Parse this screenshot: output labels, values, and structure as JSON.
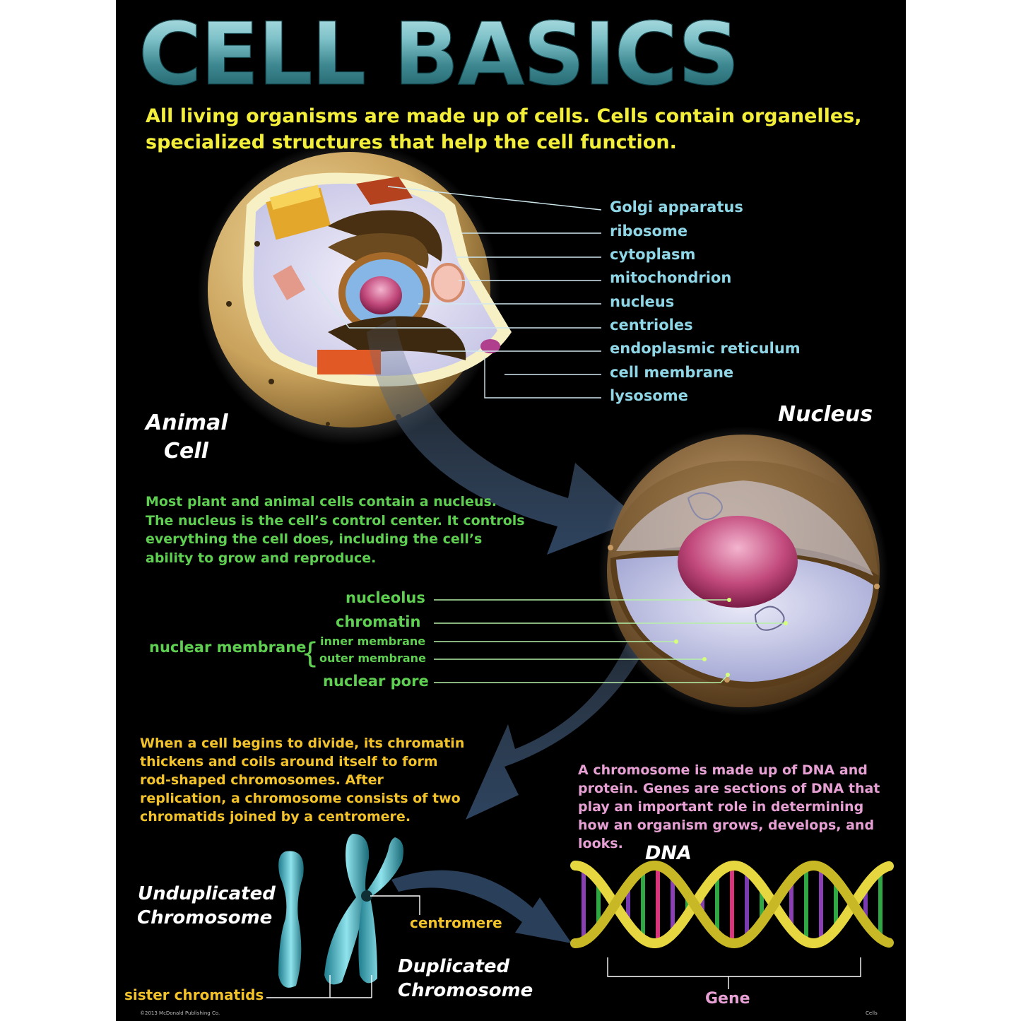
{
  "title": "CELL BASICS",
  "intro": "All living organisms are made up of cells. Cells contain organelles, specialized structures that help the cell function.",
  "animal_cell": {
    "heading_line1": "Animal",
    "heading_line2": "Cell",
    "labels": [
      "Golgi apparatus",
      "ribosome",
      "cytoplasm",
      "mitochondrion",
      "nucleus",
      "centrioles",
      "endoplasmic reticulum",
      "cell membrane",
      "lysosome"
    ]
  },
  "nucleus": {
    "heading": "Nucleus",
    "description": "Most plant and animal cells contain a nucleus. The nucleus is the cell’s control center. It controls everything the cell does, including the cell’s ability to grow and reproduce.",
    "labels": {
      "nucleolus": "nucleolus",
      "chromatin": "chromatin",
      "nuclear_membrane": "nuclear membrane",
      "inner_membrane": "inner membrane",
      "outer_membrane": "outer membrane",
      "nuclear_pore": "nuclear pore"
    }
  },
  "chromosome": {
    "description": "When a cell begins to divide, its chromatin thickens and coils around itself to form rod-shaped chromosomes. After replication, a chromosome consists of two chromatids joined by a centromere.",
    "unduplicated_line1": "Unduplicated",
    "unduplicated_line2": "Chromosome",
    "duplicated_line1": "Duplicated",
    "duplicated_line2": "Chromosome",
    "centromere": "centromere",
    "sister_chromatids": "sister chromatids"
  },
  "dna": {
    "description": "A chromosome is made up of DNA and protein. Genes are sections of DNA that play an important role in determining how an organism grows, develops, and looks.",
    "heading": "DNA",
    "gene": "Gene"
  },
  "footer": {
    "copyright": "©2013 McDonald Publishing Co.",
    "topic": "Cells"
  },
  "colors": {
    "background": "#000000",
    "title": "#5aa7b0",
    "intro": "#f2ee3a",
    "cell_labels": "#8fd6e6",
    "nucleus_text": "#5fcf52",
    "chromosome_text": "#f2c22a",
    "dna_text": "#e7a0d4"
  }
}
